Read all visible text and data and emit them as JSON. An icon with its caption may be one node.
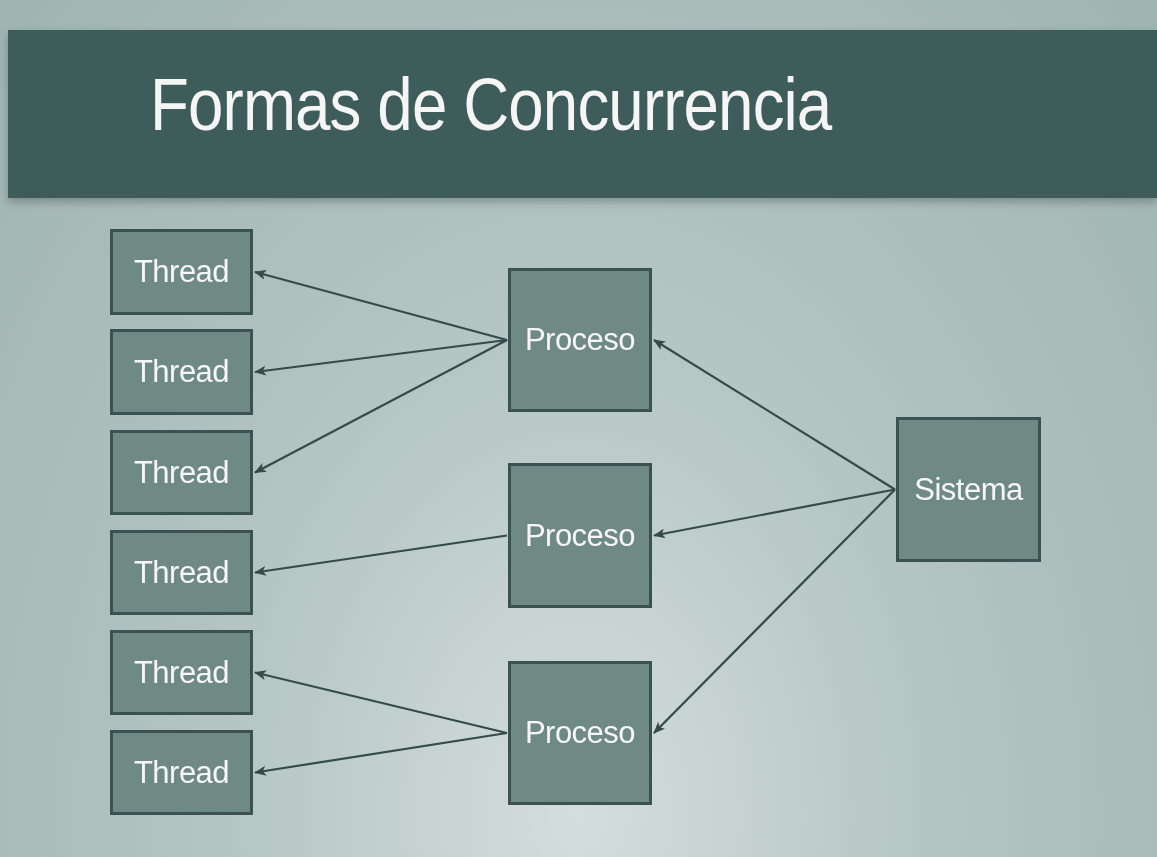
{
  "diagram": {
    "title": "Formas de Concurrencia",
    "nodes": [
      {
        "text": [
          "Thread"
        ]
      },
      {
        "text": [
          "Thread"
        ]
      },
      {
        "text": [
          "Thread"
        ]
      },
      {
        "text": [
          "Thread"
        ]
      },
      {
        "text": [
          "Thread"
        ]
      },
      {
        "text": [
          "Thread"
        ]
      },
      {
        "text": [
          "Proceso"
        ]
      },
      {
        "text": [
          "Proceso"
        ]
      },
      {
        "text": [
          "Proceso"
        ]
      },
      {
        "text": [
          "Sistema"
        ]
      }
    ],
    "edges": [
      {
        "from": 6,
        "to": 0,
        "arrow": "to"
      },
      {
        "from": 6,
        "to": 1,
        "arrow": "to"
      },
      {
        "from": 6,
        "to": 2,
        "arrow": "to"
      },
      {
        "from": 7,
        "to": 3,
        "arrow": "to"
      },
      {
        "from": 8,
        "to": 4,
        "arrow": "to"
      },
      {
        "from": 8,
        "to": 5,
        "arrow": "to"
      },
      {
        "from": 9,
        "to": 6,
        "arrow": "to"
      },
      {
        "from": 9,
        "to": 7,
        "arrow": "to"
      },
      {
        "from": 9,
        "to": 8,
        "arrow": "to"
      }
    ]
  }
}
